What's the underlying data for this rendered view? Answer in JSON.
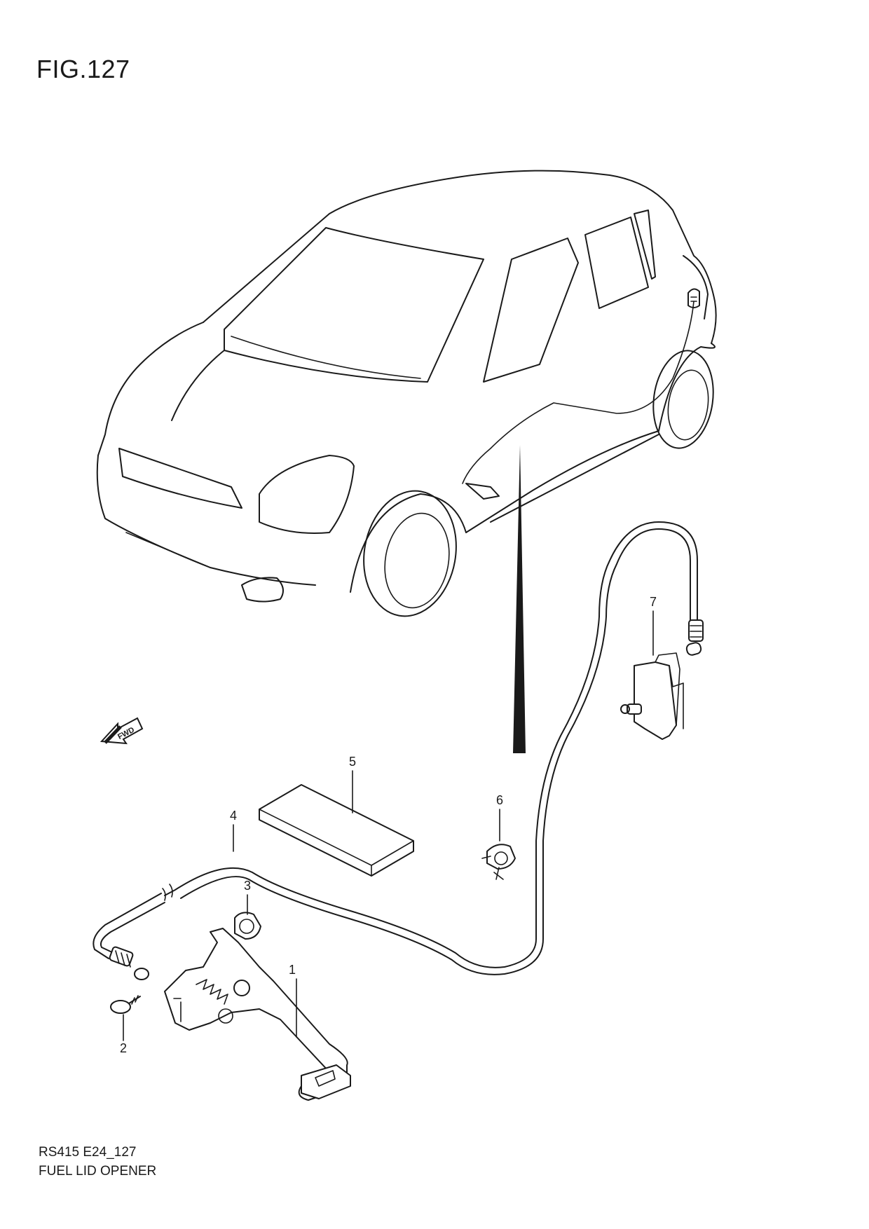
{
  "figure": {
    "title": "FIG.127"
  },
  "footer": {
    "code": "RS415 E24_127",
    "name": "FUEL LID OPENER"
  },
  "fwd_arrow": {
    "label": "FWD"
  },
  "callouts": [
    {
      "number": "1",
      "part": "lever"
    },
    {
      "number": "2",
      "part": "screw"
    },
    {
      "number": "3",
      "part": "clip"
    },
    {
      "number": "4",
      "part": "cable"
    },
    {
      "number": "5",
      "part": "pad"
    },
    {
      "number": "6",
      "part": "clamp"
    },
    {
      "number": "7",
      "part": "latch"
    }
  ]
}
